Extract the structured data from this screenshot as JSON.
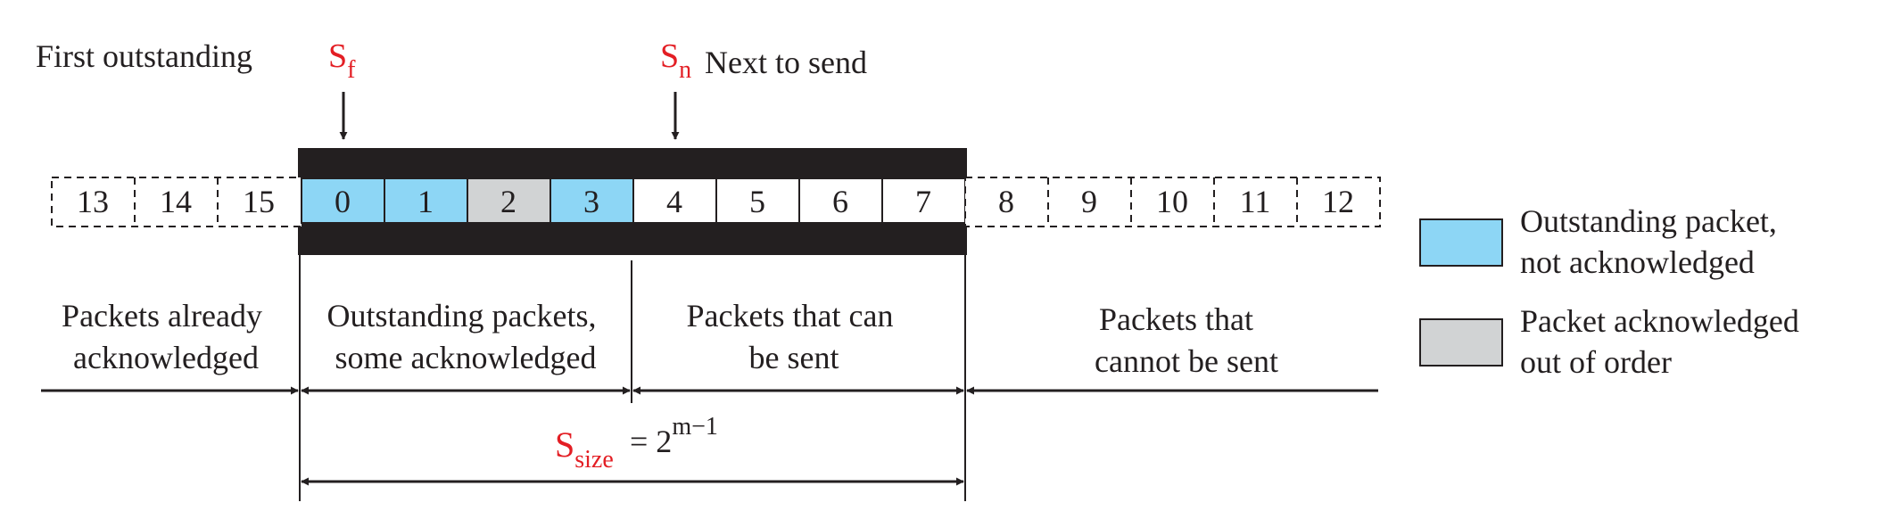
{
  "labels": {
    "first_outstanding": "First outstanding",
    "next_to_send": "Next  to send",
    "sf_base": "S",
    "sf_sub": "f",
    "sn_base": "S",
    "sn_sub": "n",
    "ssize_base": "S",
    "ssize_sub": "size",
    "ssize_eq": "= 2",
    "ssize_sup": "m−1"
  },
  "sequence": {
    "left_outside": [
      "13",
      "14",
      "15"
    ],
    "window": [
      {
        "num": "0",
        "state": "outstanding"
      },
      {
        "num": "1",
        "state": "outstanding"
      },
      {
        "num": "2",
        "state": "acked_out_of_order"
      },
      {
        "num": "3",
        "state": "outstanding"
      },
      {
        "num": "4",
        "state": "sendable"
      },
      {
        "num": "5",
        "state": "sendable"
      },
      {
        "num": "6",
        "state": "sendable"
      },
      {
        "num": "7",
        "state": "sendable"
      }
    ],
    "right_outside": [
      "8",
      "9",
      "10",
      "11",
      "12"
    ]
  },
  "regions": {
    "acknowledged": [
      "Packets already",
      "acknowledged"
    ],
    "outstanding": [
      "Outstanding packets,",
      "some acknowledged"
    ],
    "can_send": [
      "Packets that can",
      "be sent"
    ],
    "cannot_send": [
      "Packets that",
      "cannot be sent"
    ]
  },
  "legend": [
    {
      "key": "outstanding",
      "color": "#8dd6f5",
      "lines": [
        "Outstanding packet,",
        "not acknowledged"
      ]
    },
    {
      "key": "acked",
      "color": "#d1d3d4",
      "lines": [
        "Packet acknowledged",
        "out of order"
      ]
    }
  ],
  "colors": {
    "accent_red": "#e31e24",
    "outstanding": "#8dd6f5",
    "acked": "#d1d3d4",
    "window_frame": "#231f20"
  }
}
